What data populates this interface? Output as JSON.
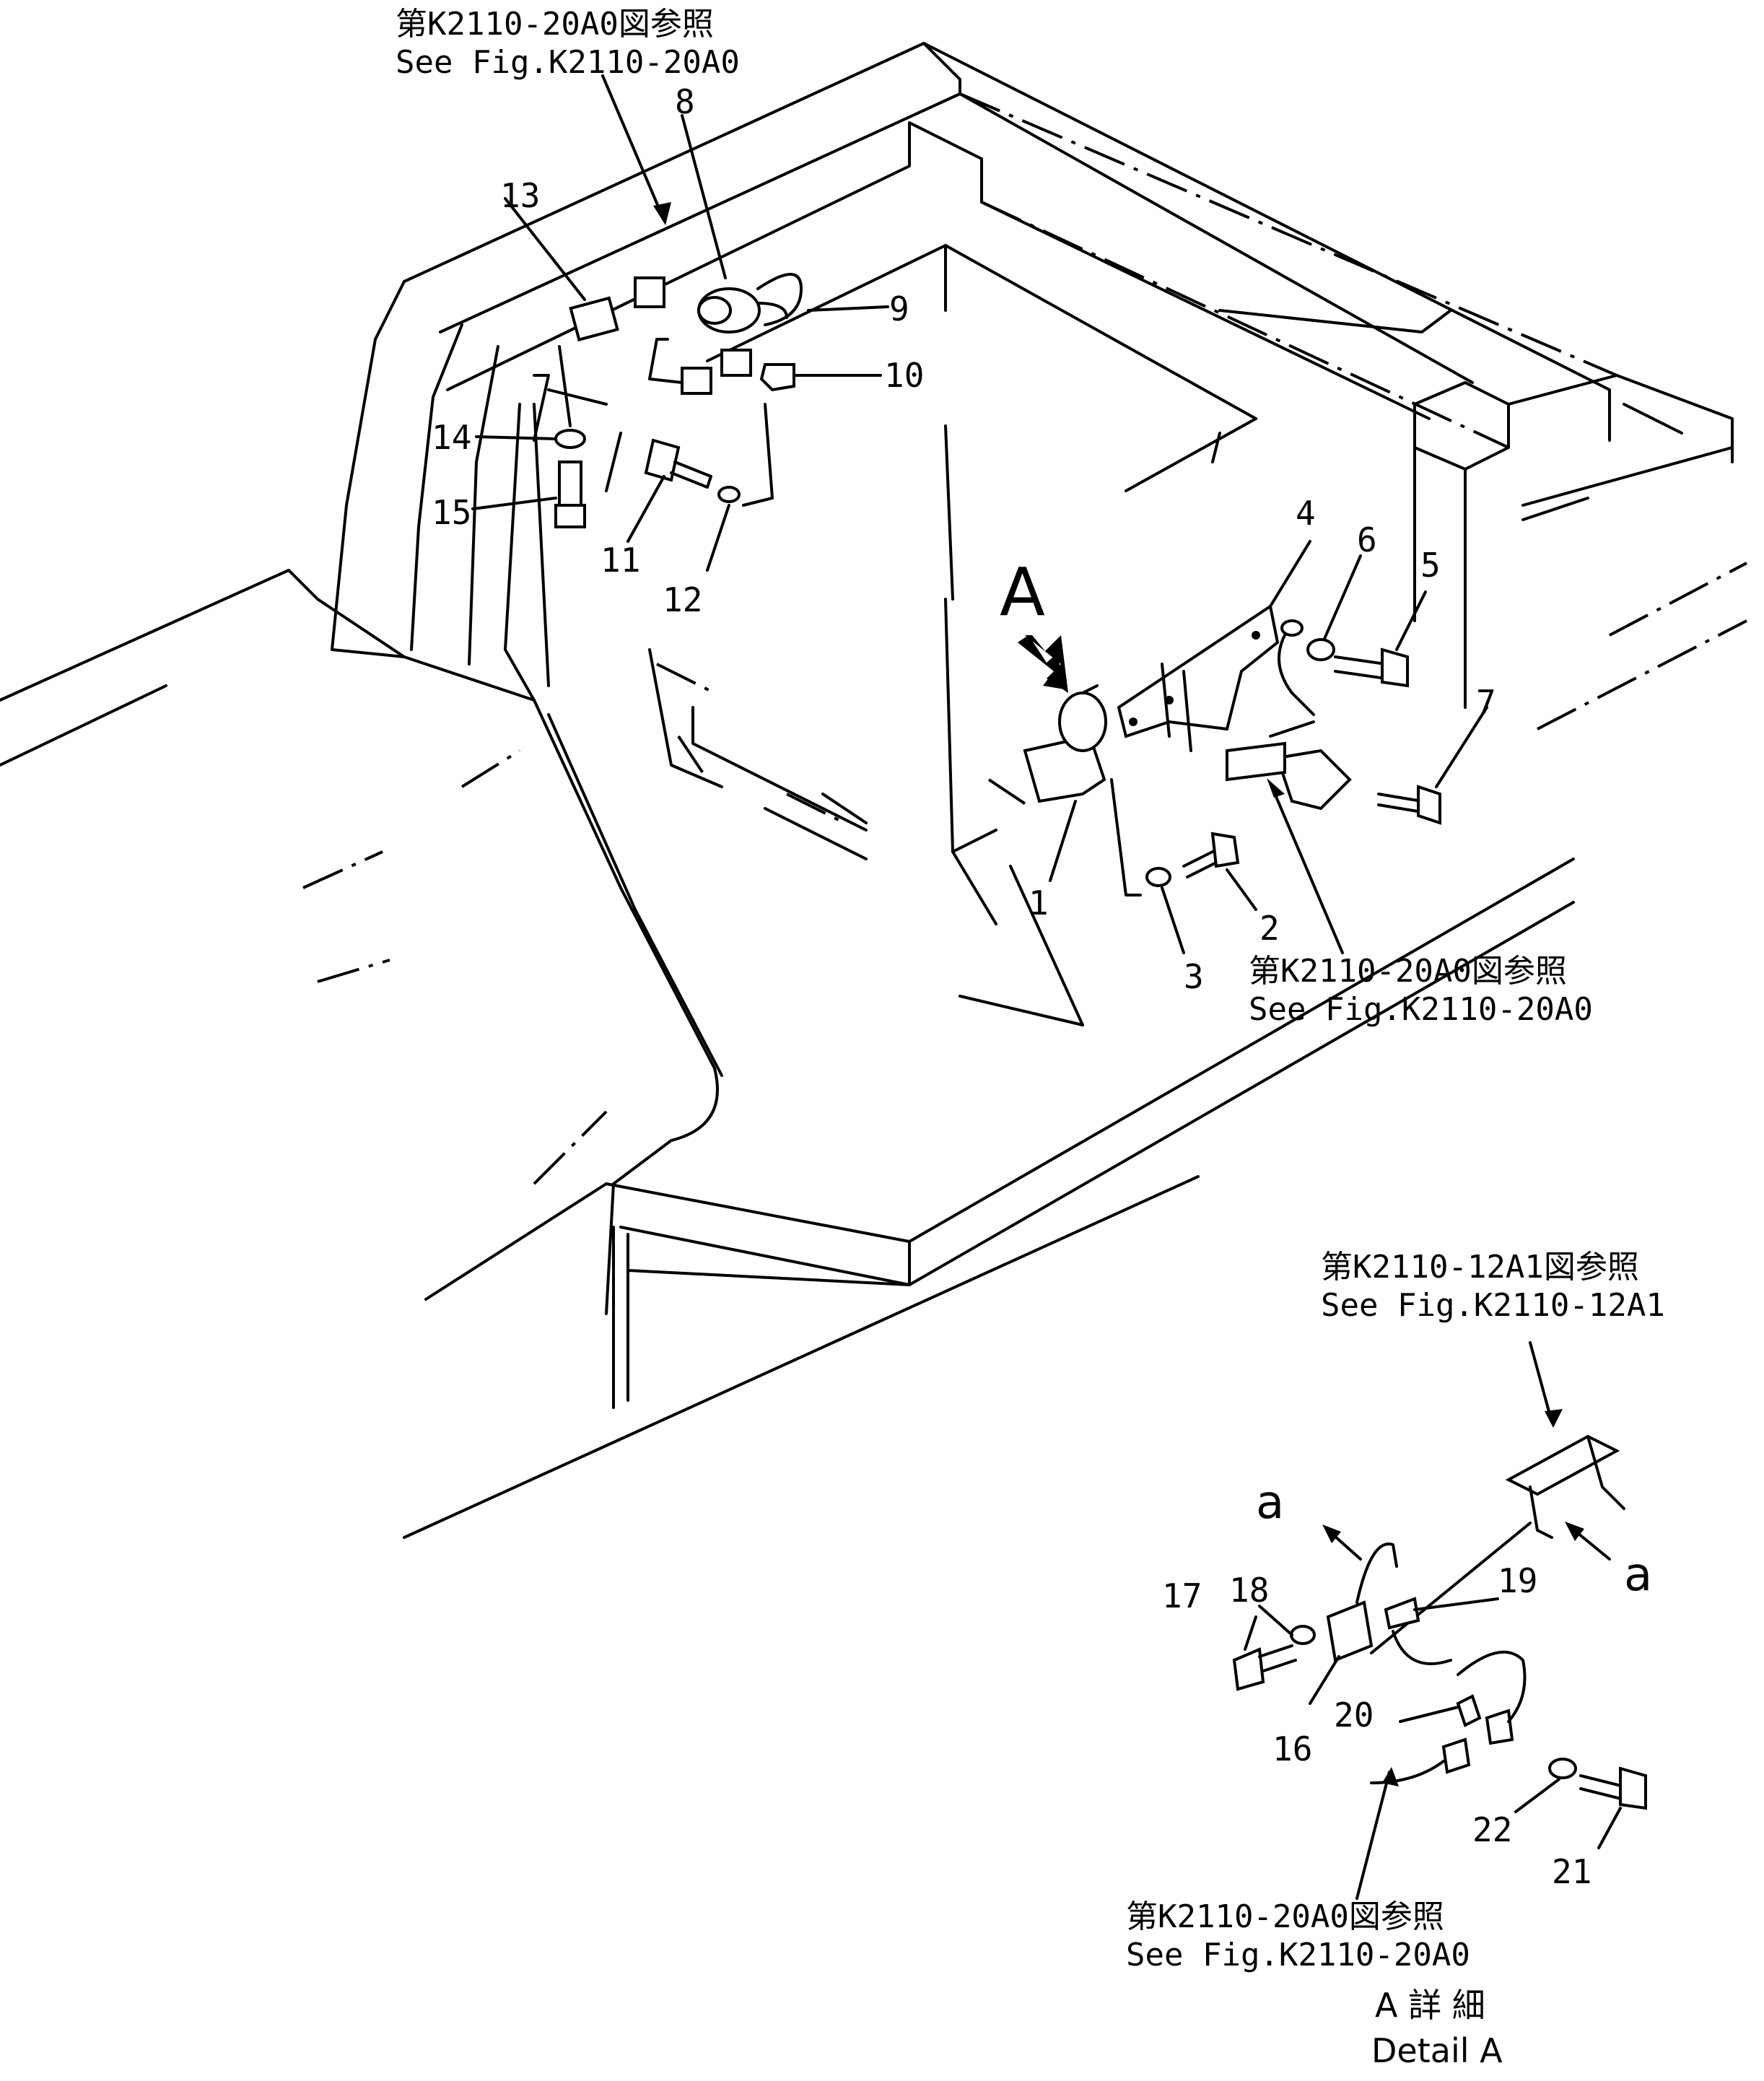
{
  "callouts": {
    "p1": "1",
    "p2": "2",
    "p3": "3",
    "p4": "4",
    "p5": "5",
    "p6": "6",
    "p7": "7",
    "p8": "8",
    "p9": "9",
    "p10": "10",
    "p11": "11",
    "p12": "12",
    "p13": "13",
    "p14": "14",
    "p15": "15",
    "p16": "16",
    "p17": "17",
    "p18": "18",
    "p19": "19",
    "p20": "20",
    "p21": "21",
    "p22": "22"
  },
  "references": {
    "top_jp": "第K2110-20A0図参照",
    "top_en": "See Fig.K2110-20A0",
    "mid_jp": "第K2110-20A0図参照",
    "mid_en": "See Fig.K2110-20A0",
    "detail_top_jp": "第K2110-12A1図参照",
    "detail_top_en": "See Fig.K2110-12A1",
    "detail_bottom_jp": "第K2110-20A0図参照",
    "detail_bottom_en": "See Fig.K2110-20A0"
  },
  "view_marker": "A",
  "connection_marks": {
    "left": "a",
    "right": "a"
  },
  "detail_caption": {
    "jp": "A 詳 細",
    "en": "Detail A"
  }
}
